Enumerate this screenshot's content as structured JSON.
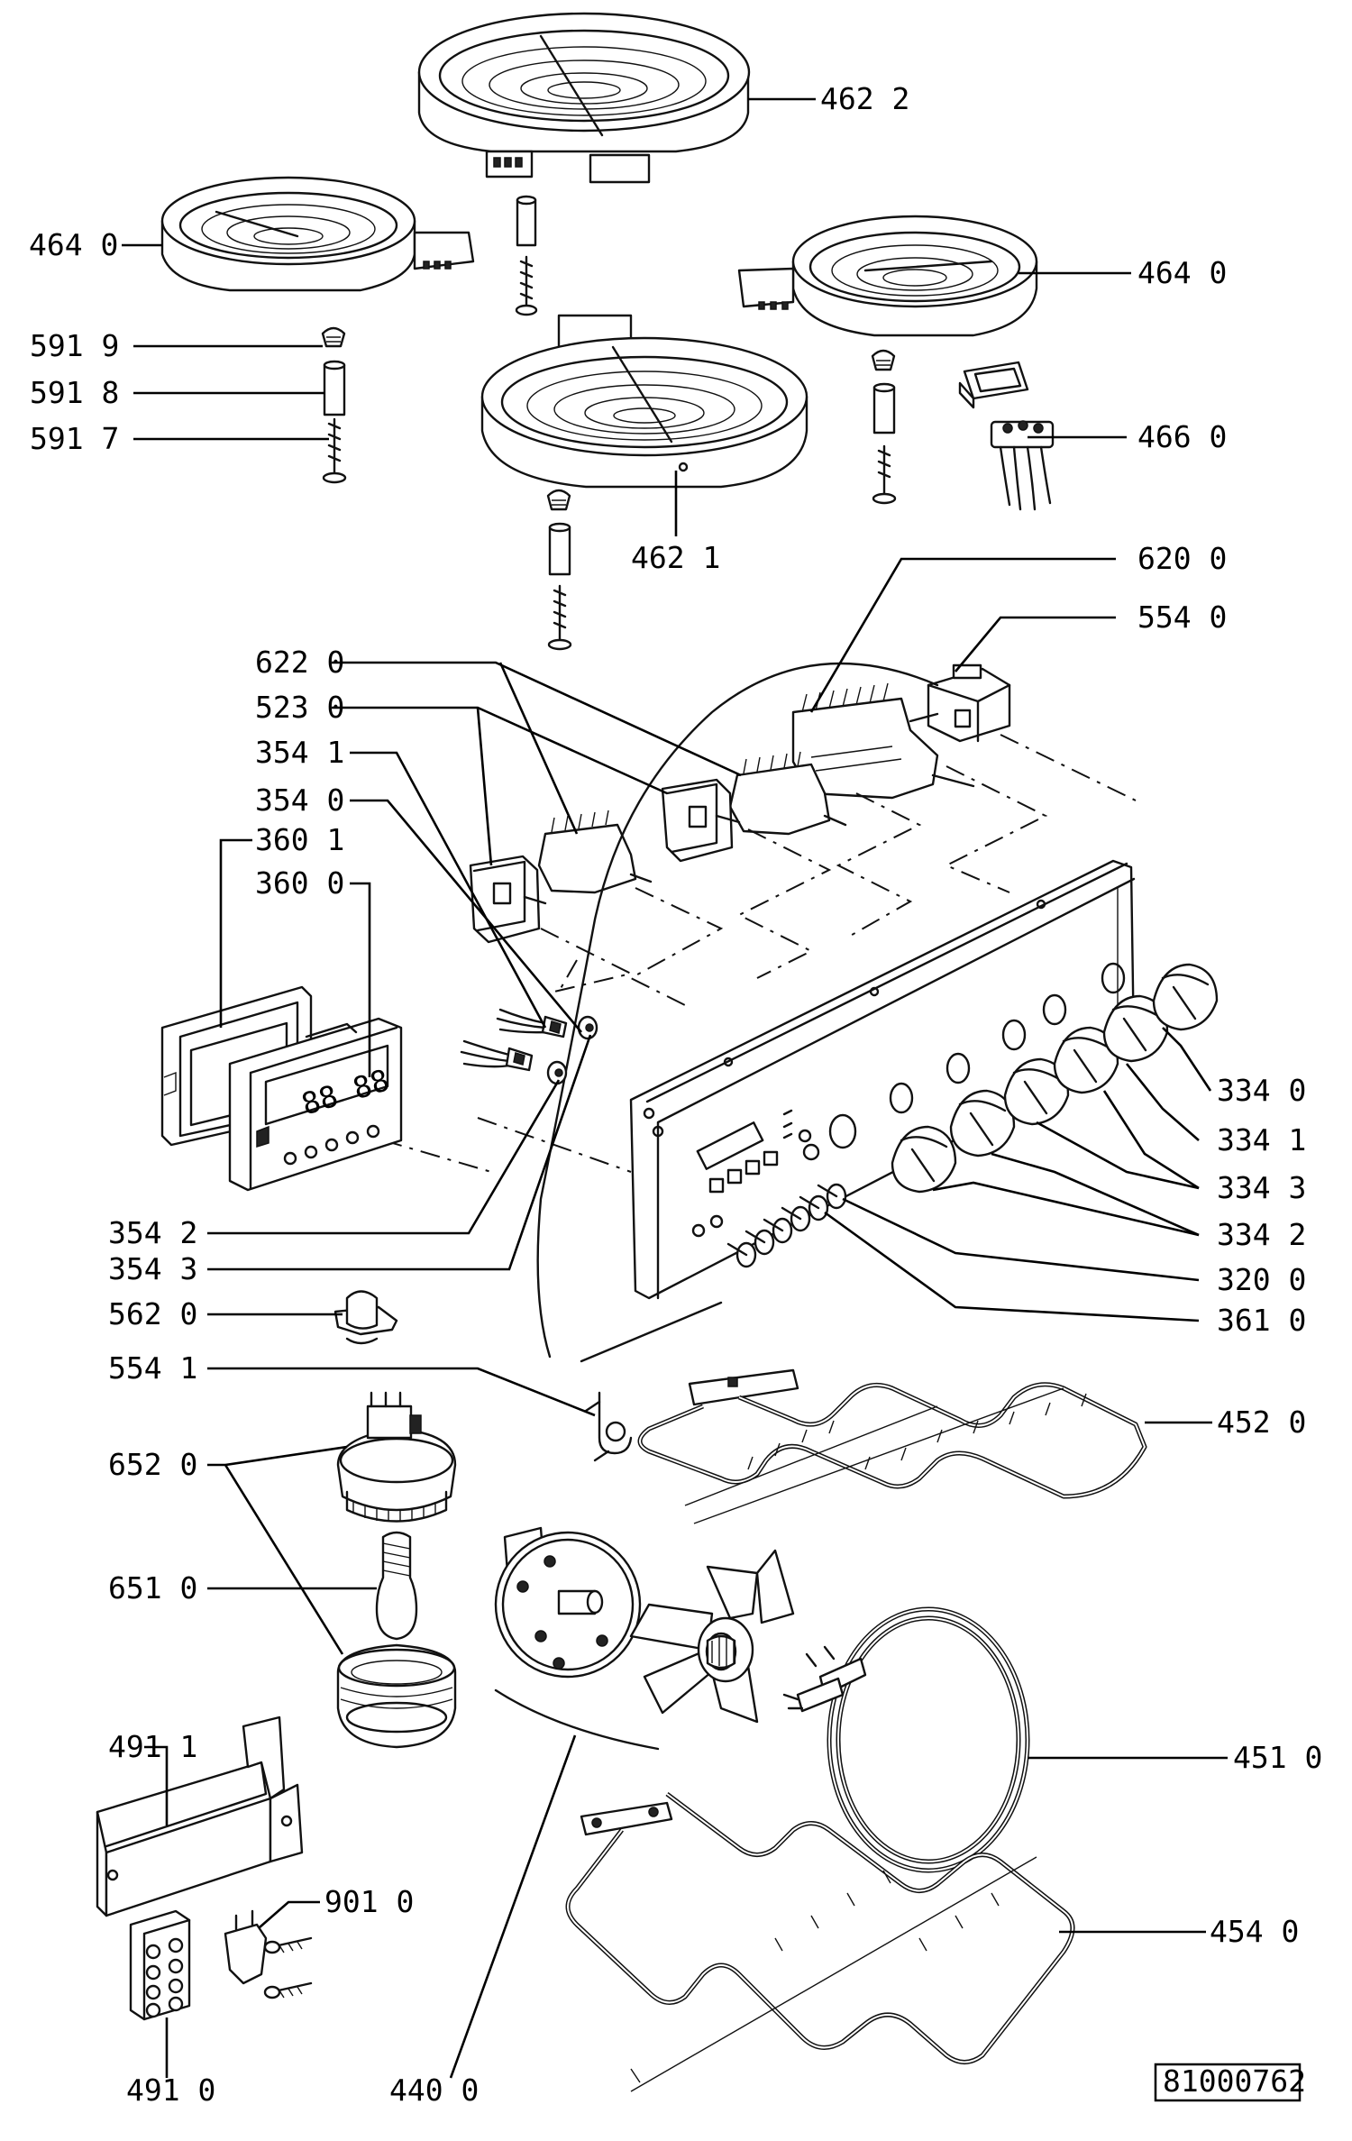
{
  "diagram": {
    "reference_code": "81000762",
    "callouts": [
      {
        "id": "4622",
        "label": "462 2"
      },
      {
        "id": "4640a",
        "label": "464 0"
      },
      {
        "id": "4640b",
        "label": "464 0"
      },
      {
        "id": "5919",
        "label": "591 9"
      },
      {
        "id": "5918",
        "label": "591 8"
      },
      {
        "id": "5917",
        "label": "591 7"
      },
      {
        "id": "4660",
        "label": "466 0"
      },
      {
        "id": "4621",
        "label": "462 1"
      },
      {
        "id": "6200",
        "label": "620 0"
      },
      {
        "id": "5540",
        "label": "554 0"
      },
      {
        "id": "6220",
        "label": "622 0"
      },
      {
        "id": "5230",
        "label": "523 0"
      },
      {
        "id": "3541",
        "label": "354 1"
      },
      {
        "id": "3540",
        "label": "354 0"
      },
      {
        "id": "3601",
        "label": "360 1"
      },
      {
        "id": "3600",
        "label": "360 0"
      },
      {
        "id": "3340",
        "label": "334 0"
      },
      {
        "id": "3341",
        "label": "334 1"
      },
      {
        "id": "3343",
        "label": "334 3"
      },
      {
        "id": "3342b",
        "label": "334 2"
      },
      {
        "id": "3542",
        "label": "354 2"
      },
      {
        "id": "3543",
        "label": "354 3"
      },
      {
        "id": "3200",
        "label": "320 0"
      },
      {
        "id": "5620",
        "label": "562 0"
      },
      {
        "id": "3610",
        "label": "361 0"
      },
      {
        "id": "5541",
        "label": "554 1"
      },
      {
        "id": "4520",
        "label": "452 0"
      },
      {
        "id": "6520",
        "label": "652 0"
      },
      {
        "id": "6510",
        "label": "651 0"
      },
      {
        "id": "4911",
        "label": "491 1"
      },
      {
        "id": "4510",
        "label": "451 0"
      },
      {
        "id": "9010",
        "label": "901 0"
      },
      {
        "id": "4540",
        "label": "454 0"
      },
      {
        "id": "4910",
        "label": "491 0"
      },
      {
        "id": "4400",
        "label": "440 0"
      }
    ],
    "display": {
      "digits": "88 88"
    }
  }
}
